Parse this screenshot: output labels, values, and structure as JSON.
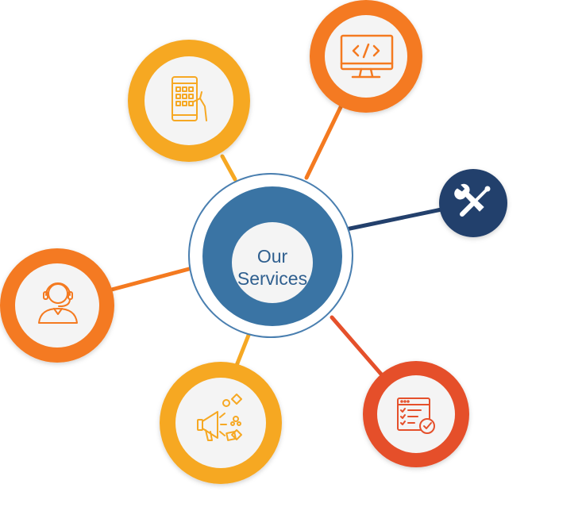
{
  "center": {
    "line1": "Our",
    "line2": "Services",
    "colors": {
      "ring": "#3a74a4",
      "inner": "#f4f4f4",
      "outline": "#4a7fb0",
      "text": "#2f5f8f"
    }
  },
  "nodes": [
    {
      "id": "mobile-app-development",
      "icon": "mobile-touch-icon",
      "ring_color": "#f6a823",
      "line_color": "#f6a823"
    },
    {
      "id": "web-development",
      "icon": "code-monitor-icon",
      "ring_color": "#f47a20",
      "line_color": "#f47a20"
    },
    {
      "id": "maintenance-support",
      "icon": "tools-icon",
      "ring_color": "#23406c",
      "line_color": "#23406c"
    },
    {
      "id": "quality-testing",
      "icon": "checklist-browser-icon",
      "ring_color": "#e5502b",
      "line_color": "#e5502b"
    },
    {
      "id": "digital-marketing",
      "icon": "megaphone-icon",
      "ring_color": "#f6a823",
      "line_color": "#f6a823"
    },
    {
      "id": "customer-support",
      "icon": "headset-agent-icon",
      "ring_color": "#f47a20",
      "line_color": "#f47a20"
    }
  ]
}
